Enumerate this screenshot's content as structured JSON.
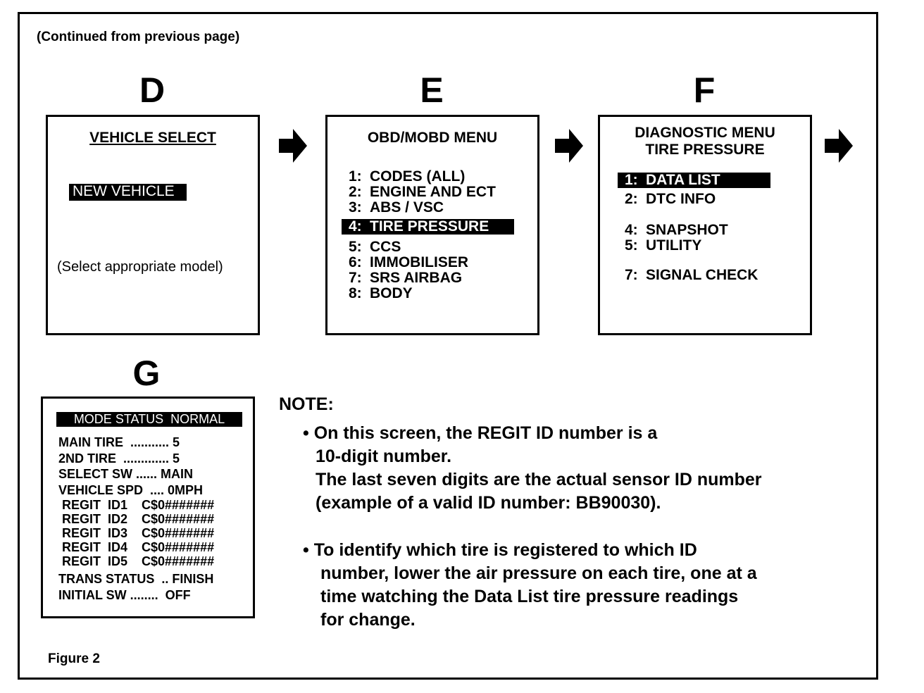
{
  "continued": "(Continued from previous page)",
  "figure_label": "Figure 2",
  "screens": {
    "d": {
      "letter": "D",
      "title": "VEHICLE SELECT",
      "highlight": "NEW VEHICLE",
      "note": "(Select appropriate model)"
    },
    "e": {
      "letter": "E",
      "title": "OBD/MOBD MENU",
      "items": [
        {
          "num": "1:",
          "label": "CODES (ALL)"
        },
        {
          "num": "2:",
          "label": "ENGINE AND ECT"
        },
        {
          "num": "3:",
          "label": "ABS / VSC"
        },
        {
          "num": "4:",
          "label": "TIRE PRESSURE"
        },
        {
          "num": "5:",
          "label": "CCS"
        },
        {
          "num": "6:",
          "label": "IMMOBILISER"
        },
        {
          "num": "7:",
          "label": "SRS AIRBAG"
        },
        {
          "num": "8:",
          "label": "BODY"
        }
      ],
      "selected_index": 3
    },
    "f": {
      "letter": "F",
      "title_line1": "DIAGNOSTIC MENU",
      "title_line2": "TIRE PRESSURE",
      "items": [
        {
          "num": "1:",
          "label": "DATA LIST"
        },
        {
          "num": "2:",
          "label": "DTC INFO"
        },
        {
          "num": "4:",
          "label": "SNAPSHOT"
        },
        {
          "num": "5:",
          "label": "UTILITY"
        },
        {
          "num": "7:",
          "label": "SIGNAL CHECK"
        }
      ],
      "selected_index": 0
    },
    "g": {
      "letter": "G",
      "header": "MODE STATUS  NORMAL",
      "lines": [
        "MAIN TIRE  ........... 5",
        "2ND TIRE  ............. 5",
        "SELECT SW ...... MAIN",
        "VEHICLE SPD  .... 0MPH",
        " REGIT  ID1    C$0#######",
        " REGIT  ID2    C$0#######",
        " REGIT  ID3    C$0#######",
        " REGIT  ID4    C$0#######",
        " REGIT  ID5    C$0#######",
        "TRANS STATUS  .. FINISH",
        "INITIAL SW ........  OFF"
      ]
    }
  },
  "note": {
    "title": "NOTE:",
    "bullet1_lines": [
      "• On this screen, the REGIT ID number is a",
      "10-digit number.",
      "The last seven digits are the actual sensor ID number",
      "(example of a valid ID number: BB90030)."
    ],
    "bullet2_lines": [
      "• To identify which tire is registered to which ID",
      "number, lower the air pressure on each tire, one at a",
      "time watching the Data List tire pressure readings",
      "for change."
    ]
  }
}
